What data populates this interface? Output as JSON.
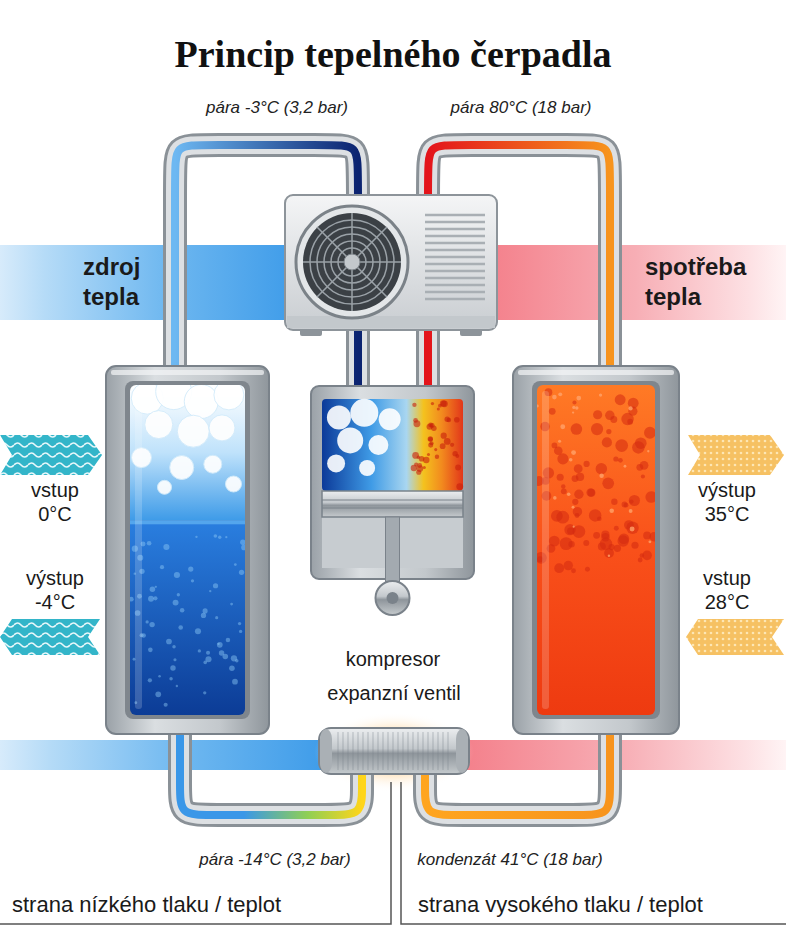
{
  "diagram": {
    "title": "Princip tepelného čerpadla",
    "nodes": [
      {
        "text": [
          "zdroj tepla"
        ]
      },
      {
        "text": [
          "spotřeba tepla"
        ]
      },
      {
        "text": [
          "vstup 0°C",
          "výstup -4°C"
        ]
      },
      {
        "text": [
          "kompresor"
        ]
      },
      {
        "text": [
          "výstup 35°C",
          "vstup 28°C"
        ]
      },
      {
        "text": [
          "expanzní ventil"
        ]
      }
    ],
    "edges": [
      {
        "from": 2,
        "to": 3,
        "label": "pára -3°C (3,2 bar)",
        "arrow": "none"
      },
      {
        "from": 3,
        "to": 4,
        "label": "pára 80°C (18 bar)",
        "arrow": "none"
      },
      {
        "from": 4,
        "to": 5,
        "label": "kondenzát 41°C (18 bar)",
        "arrow": "none"
      },
      {
        "from": 5,
        "to": 2,
        "label": "pára -14°C (3,2 bar)",
        "arrow": "none"
      }
    ],
    "labels": [
      "strana nízkého tlaku / teplot",
      "strana vysokého tlaku / teplot"
    ]
  }
}
